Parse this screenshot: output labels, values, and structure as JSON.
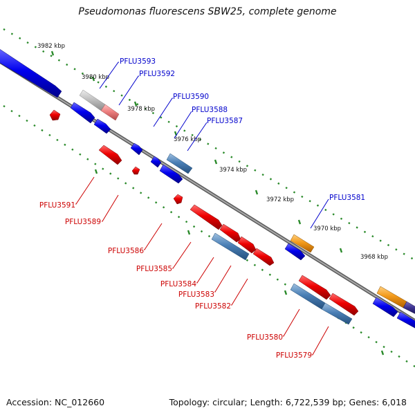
{
  "title": "Pseudomonas fluorescens SBW25, complete genome",
  "footer": {
    "accession": "Accession: NC_012660",
    "topology": "Topology: circular; Length: 6,722,539 bp; Genes: 6,018"
  },
  "colors": {
    "forward_label": "#0000cc",
    "reverse_label": "#cc0000",
    "backbone": "#808080",
    "tick": "#2a8a2a",
    "blue_cds": "#0000ee",
    "red_cds": "#ee0000",
    "steel_cds": "#4a7fb5",
    "orange_cds": "#f39a1a",
    "grey_cds": "#b8b8b8",
    "pink_cds": "#ee8080"
  },
  "scale_labels": [
    "3982 kbp",
    "3980 kbp",
    "3978 kbp",
    "3976 kbp",
    "3974 kbp",
    "3972 kbp",
    "3970 kbp",
    "3968 kbp"
  ],
  "genes_top": [
    "PFLU3593",
    "PFLU3592",
    "PFLU3590",
    "PFLU3588",
    "PFLU3587",
    "PFLU3581"
  ],
  "genes_bottom": [
    "PFLU3591",
    "PFLU3589",
    "PFLU3586",
    "PFLU3585",
    "PFLU3584",
    "PFLU3583",
    "PFLU3582",
    "PFLU3580",
    "PFLU3579"
  ]
}
